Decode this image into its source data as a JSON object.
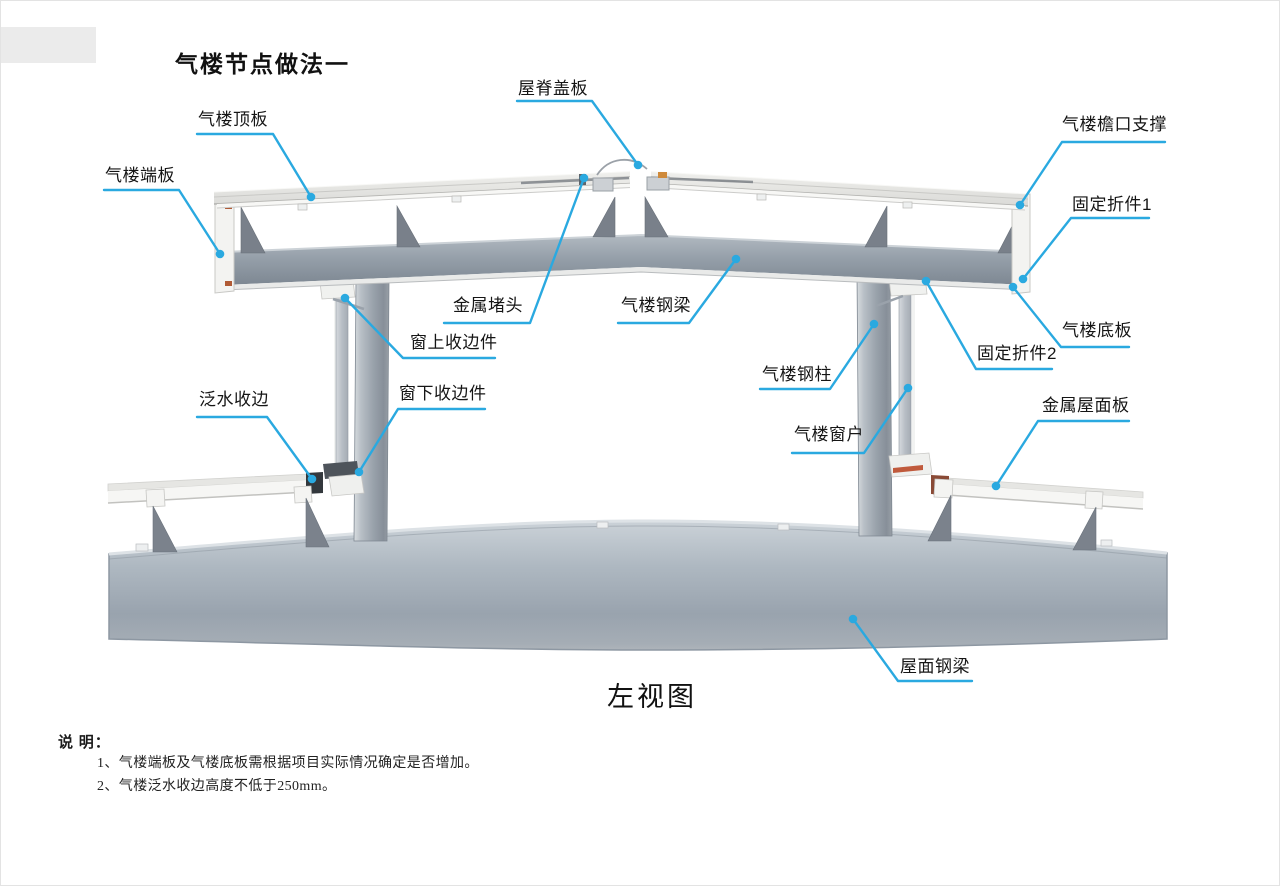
{
  "page": {
    "title": "气楼节点做法一",
    "view_label": "左视图"
  },
  "colors": {
    "leader_line": "#2aa9e0",
    "steel_gray": "#9aa4ae",
    "panel_light": "#e9e9e6",
    "text": "#1b1b1b"
  },
  "labels": {
    "ridge_cover_plate": "屋脊盖板",
    "monitor_top_panel": "气楼顶板",
    "monitor_end_panel": "气楼端板",
    "monitor_eave_support": "气楼檐口支撑",
    "fixing_bracket_1": "固定折件1",
    "monitor_bottom_panel": "气楼底板",
    "fixing_bracket_2": "固定折件2",
    "metal_end_cap": "金属堵头",
    "monitor_steel_beam": "气楼钢梁",
    "window_top_trim": "窗上收边件",
    "window_bottom_trim": "窗下收边件",
    "flashing_trim": "泛水收边",
    "monitor_steel_column": "气楼钢柱",
    "monitor_window": "气楼窗户",
    "metal_roof_panel": "金属屋面板",
    "roof_steel_beam": "屋面钢梁"
  },
  "notes": {
    "heading": "说 明：",
    "items": [
      "1、气楼端板及气楼底板需根据项目实际情况确定是否增加。",
      "2、气楼泛水收边高度不低于250mm。"
    ]
  }
}
